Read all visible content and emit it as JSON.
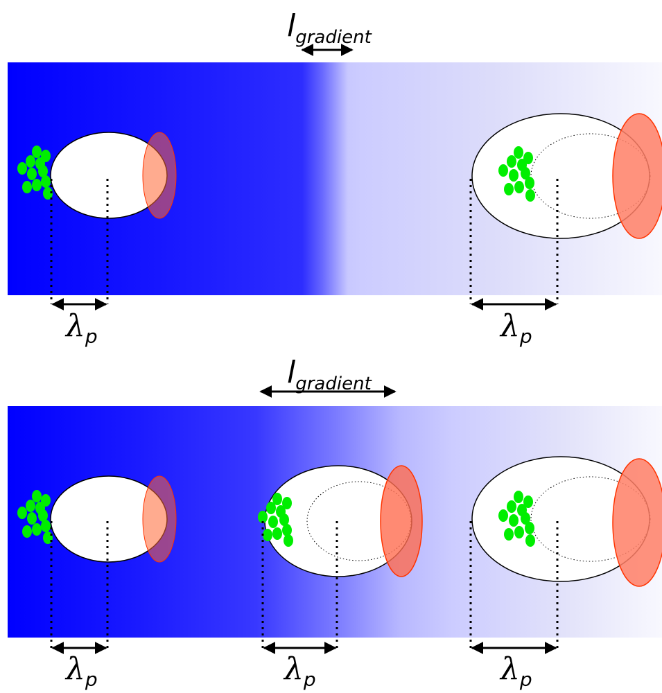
{
  "top_panel": {
    "gradient_label": {
      "main": "l",
      "subscript": "gradient"
    },
    "wavelength_labels": [
      {
        "main": "λ",
        "subscript": "p"
      },
      {
        "main": "λ",
        "subscript": "p"
      }
    ]
  },
  "bottom_panel": {
    "gradient_label": {
      "main": "l",
      "subscript": "gradient"
    },
    "wavelength_labels": [
      {
        "main": "λ",
        "subscript": "p"
      },
      {
        "main": "λ",
        "subscript": "p"
      },
      {
        "main": "λ",
        "subscript": "p"
      }
    ]
  },
  "colors": {
    "background_blue": "#0000ff",
    "pale_blue": "#ccccff",
    "green_particles": "#00ee00",
    "orange_beam": "#ff7f66",
    "beam_outline": "#ff3300",
    "outline": "#000000"
  }
}
